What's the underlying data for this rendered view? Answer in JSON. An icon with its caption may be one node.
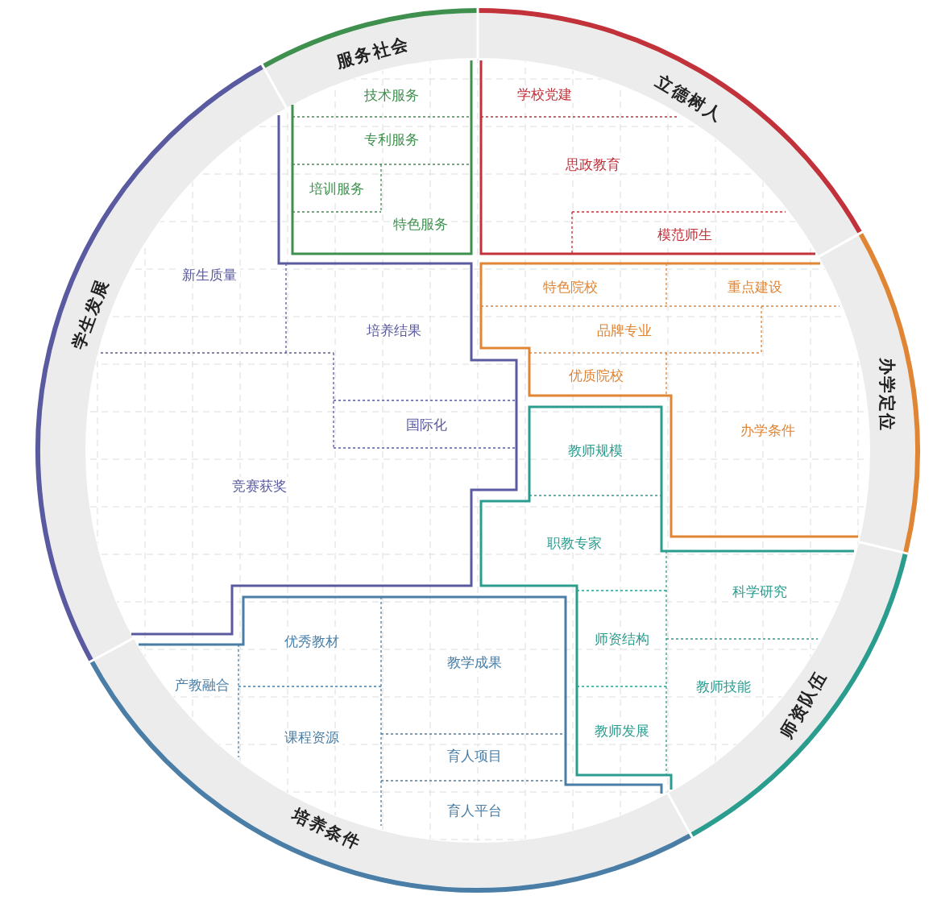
{
  "diagram": {
    "nodes": [
      {
        "text": [
          "服务社会"
        ]
      },
      {
        "text": [
          "技术服务"
        ],
        "in": 0
      },
      {
        "text": [
          "专利服务"
        ],
        "in": 0
      },
      {
        "text": [
          "培训服务"
        ],
        "in": 0
      },
      {
        "text": [
          "特色服务"
        ],
        "in": 0
      },
      {
        "text": [
          "立德树人"
        ]
      },
      {
        "text": [
          "学校党建"
        ],
        "in": 5
      },
      {
        "text": [
          "思政教育"
        ],
        "in": 5
      },
      {
        "text": [
          "模范师生"
        ],
        "in": 5
      },
      {
        "text": [
          "学生发展"
        ]
      },
      {
        "text": [
          "新生质量"
        ],
        "in": 9
      },
      {
        "text": [
          "培养结果"
        ],
        "in": 9
      },
      {
        "text": [
          "国际化"
        ],
        "in": 9
      },
      {
        "text": [
          "竞赛获奖"
        ],
        "in": 9
      },
      {
        "text": [
          "办学定位"
        ]
      },
      {
        "text": [
          "特色院校"
        ],
        "in": 14
      },
      {
        "text": [
          "重点建设"
        ],
        "in": 14
      },
      {
        "text": [
          "品牌专业"
        ],
        "in": 14
      },
      {
        "text": [
          "优质院校"
        ],
        "in": 14
      },
      {
        "text": [
          "办学条件"
        ],
        "in": 14
      },
      {
        "text": [
          "师资队伍"
        ]
      },
      {
        "text": [
          "教师规模"
        ],
        "in": 20
      },
      {
        "text": [
          "职教专家"
        ],
        "in": 20
      },
      {
        "text": [
          "科学研究"
        ],
        "in": 20
      },
      {
        "text": [
          "师资结构"
        ],
        "in": 20
      },
      {
        "text": [
          "教师技能"
        ],
        "in": 20
      },
      {
        "text": [
          "教师发展"
        ],
        "in": 20
      },
      {
        "text": [
          "培养条件"
        ]
      },
      {
        "text": [
          "优秀教材"
        ],
        "in": 27
      },
      {
        "text": [
          "产教融合"
        ],
        "in": 27
      },
      {
        "text": [
          "教学成果"
        ],
        "in": 27
      },
      {
        "text": [
          "课程资源"
        ],
        "in": 27
      },
      {
        "text": [
          "育人项目"
        ],
        "in": 27
      },
      {
        "text": [
          "育人平台"
        ],
        "in": 27
      }
    ]
  }
}
